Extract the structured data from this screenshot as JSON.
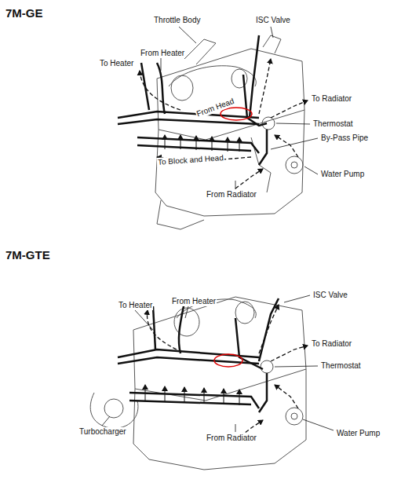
{
  "diagram": {
    "labels": [
      "7M-GE",
      "Throttle Body",
      "ISC Valve",
      "From Heater",
      "To Heater",
      "To Radiator",
      "From Head",
      "Thermostat",
      "By-Pass Pipe",
      "To Block and Head",
      "Water Pump",
      "From Radiator",
      "7M-GTE",
      "ISC Valve",
      "To Heater",
      "From Heater",
      "To Radiator",
      "Thermostat",
      "Turbocharger",
      "From Radiator",
      "Water Pump"
    ]
  }
}
